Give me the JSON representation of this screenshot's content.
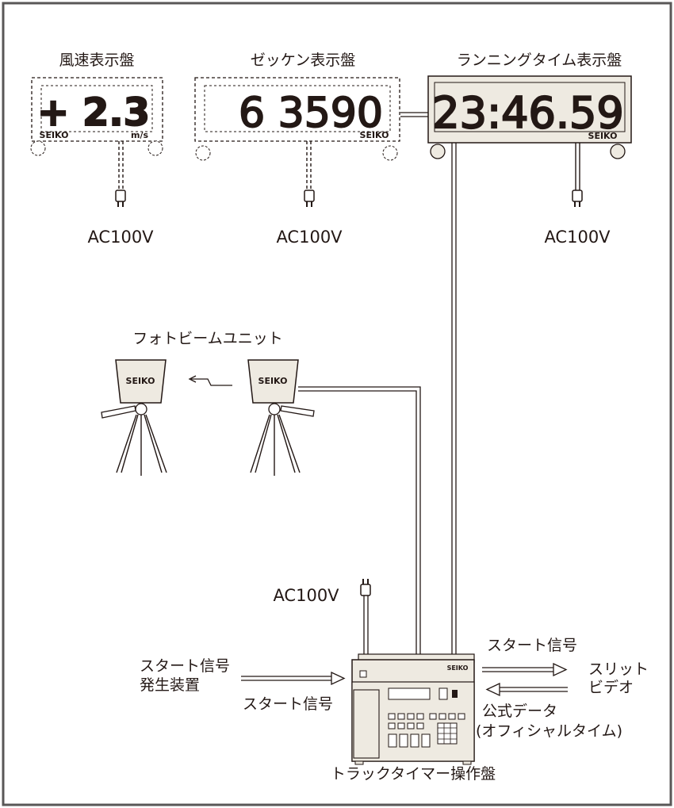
{
  "labels": {
    "wind_board": "風速表示盤",
    "bib_board": "ゼッケン表示盤",
    "running_board": "ランニングタイム表示盤",
    "photobeam": "フォトビームユニット",
    "start_generator_line1": "スタート信号",
    "start_generator_line2": "発生装置",
    "start_signal_in": "スタート信号",
    "start_signal_out": "スタート信号",
    "slit_video_line1": "スリット",
    "slit_video_line2": "ビデオ",
    "official_data_line1": "公式データ",
    "official_data_line2": "(オフィシャルタイム)",
    "controller": "トラックタイマー操作盤"
  },
  "power": {
    "wind": "AC100V",
    "bib": "AC100V",
    "running": "AC100V",
    "controller": "AC100V"
  },
  "displays": {
    "wind_value": "+ 2.3",
    "wind_unit": "m/s",
    "bib_value": "6 3590",
    "running_value": "23:46.59"
  },
  "brand": "SEIKO",
  "colors": {
    "line": "#231815",
    "device_fill": "#eeeae1",
    "frame": "#595757"
  }
}
